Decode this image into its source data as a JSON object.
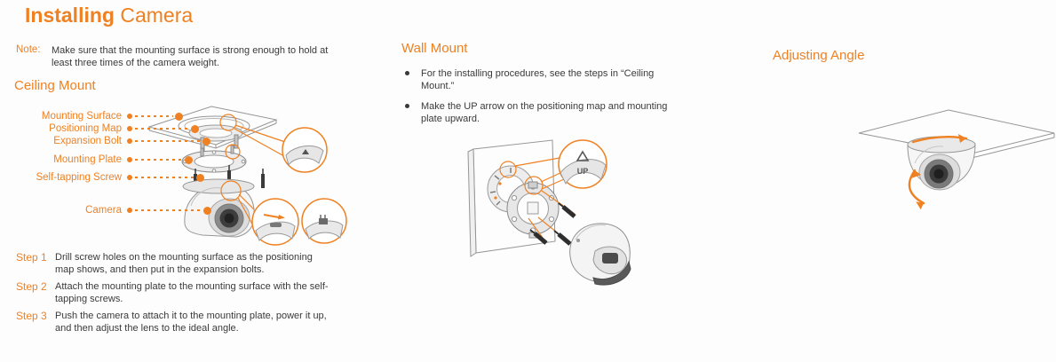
{
  "page": {
    "title_bold": "Installing",
    "title_rest": " Camera"
  },
  "note": {
    "label": "Note:",
    "text": "Make sure that the mounting surface is strong enough to hold at least three times of the camera weight."
  },
  "ceiling_mount": {
    "heading": "Ceiling Mount",
    "part_labels": [
      "Mounting Surface",
      "Positioning Map",
      "Expansion Bolt",
      "Mounting Plate",
      "Self-tapping Screw",
      "Camera"
    ],
    "steps": [
      {
        "label": "Step 1",
        "text": "Drill screw holes on the mounting surface as the positioning map shows, and then put in the expansion bolts."
      },
      {
        "label": "Step 2",
        "text": "Attach the mounting plate to the mounting surface with the self-tapping screws."
      },
      {
        "label": "Step 3",
        "text": "Push the camera to attach it to the mounting plate, power it up, and then adjust the lens to the ideal angle."
      }
    ]
  },
  "wall_mount": {
    "heading": "Wall Mount",
    "bullets": [
      "For the installing procedures, see the steps in “Ceiling Mount.”",
      "Make the UP arrow on the positioning map and mounting plate upward."
    ],
    "callout_label": "UP"
  },
  "adjusting_angle": {
    "heading": "Adjusting Angle"
  },
  "colors": {
    "accent": "#EF8122",
    "body_text": "#3A3A3A",
    "diagram_line": "#969696"
  }
}
